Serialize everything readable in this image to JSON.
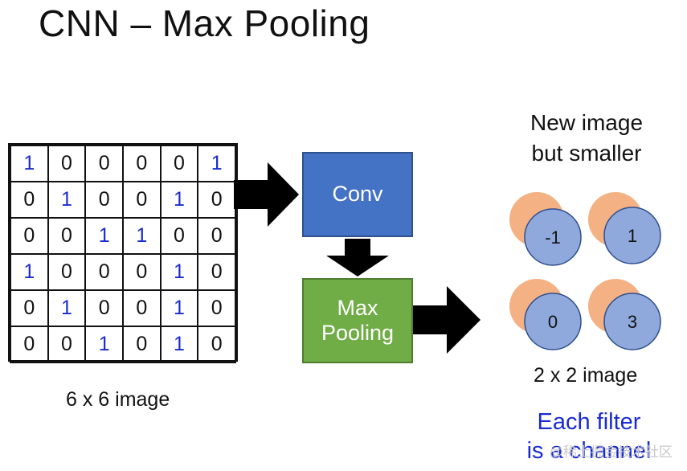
{
  "title": "CNN – Max Pooling",
  "input_image": {
    "rows": [
      [
        "1",
        "0",
        "0",
        "0",
        "0",
        "1"
      ],
      [
        "0",
        "1",
        "0",
        "0",
        "1",
        "0"
      ],
      [
        "0",
        "0",
        "1",
        "1",
        "0",
        "0"
      ],
      [
        "1",
        "0",
        "0",
        "0",
        "1",
        "0"
      ],
      [
        "0",
        "1",
        "0",
        "0",
        "1",
        "0"
      ],
      [
        "0",
        "0",
        "1",
        "0",
        "1",
        "0"
      ]
    ],
    "caption": "6 x 6 image"
  },
  "conv_label": "Conv",
  "pool_label_line1": "Max",
  "pool_label_line2": "Pooling",
  "output": {
    "heading_line1": "New image",
    "heading_line2": "but smaller",
    "values": [
      "-1",
      "1",
      "0",
      "3"
    ],
    "caption": "2 x 2 image"
  },
  "note_line1": "Each filter",
  "note_line2": "is a channel",
  "watermark": "@稀土掘金技术社区",
  "colors": {
    "one_digit": "#1a2ccf",
    "conv_box": "#4472c4",
    "pool_box": "#70ad47",
    "back_circle": "#f4b183",
    "front_circle": "#8fa9dc"
  }
}
